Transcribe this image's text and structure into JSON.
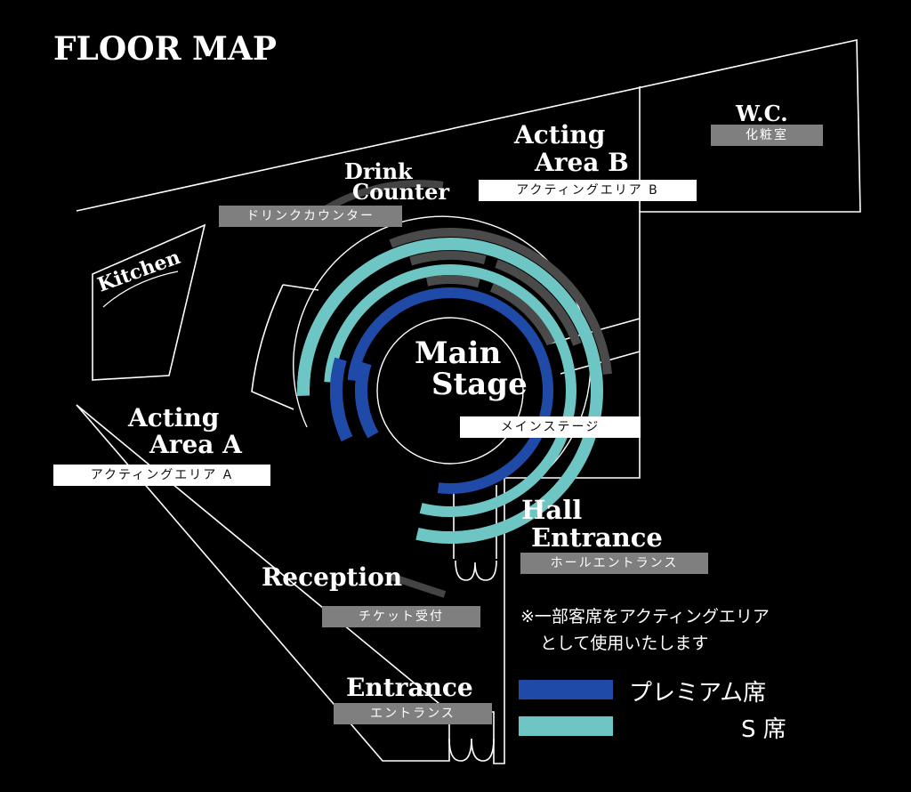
{
  "title": "FLOOR MAP",
  "areas": {
    "wc": {
      "name": "W.C.",
      "jp": "化粧室"
    },
    "acting_b": {
      "line1": "Acting",
      "line2": "Area B",
      "jp": "アクティングエリア B"
    },
    "drink": {
      "line1": "Drink",
      "line2": "Counter",
      "jp": "ドリンクカウンター"
    },
    "kitchen": {
      "name": "Kitchen"
    },
    "main_stage": {
      "line1": "Main",
      "line2": "Stage",
      "jp": "メインステージ"
    },
    "acting_a": {
      "line1": "Acting",
      "line2": "Area A",
      "jp": "アクティングエリア A"
    },
    "hall_entrance": {
      "line1": "Hall",
      "line2": "Entrance",
      "jp": "ホールエントランス"
    },
    "reception": {
      "name": "Reception",
      "jp": "チケット受付"
    },
    "entrance": {
      "name": "Entrance",
      "jp": "エントランス"
    }
  },
  "note": {
    "line1": "※一部客席をアクティングエリア",
    "line2": "として使用いたします"
  },
  "legend": [
    {
      "label": "プレミアム席",
      "color": "#1f4aa8"
    },
    {
      "label": "S 席",
      "color": "#6dc6c4"
    }
  ],
  "colors": {
    "premium": "#1f4aa8",
    "s_seat": "#6dc6c4",
    "unused_seat": "#4a4a4a",
    "wall": "#ffffff",
    "label_gray": "#7f7f7f"
  }
}
